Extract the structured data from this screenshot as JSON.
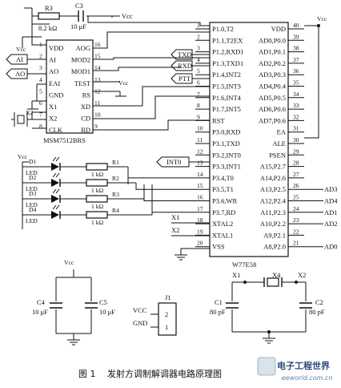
{
  "mcu": {
    "name": "W77E58",
    "vcc_label": "Vcc",
    "left_pins": [
      {
        "n": "1",
        "l": "P1.0,T2"
      },
      {
        "n": "2",
        "l": "P1.1,T2EX"
      },
      {
        "n": "3",
        "l": "P1.2,RXD1"
      },
      {
        "n": "4",
        "l": "P1.3,TXD1"
      },
      {
        "n": "5",
        "l": "P1.4,INT2"
      },
      {
        "n": "6",
        "l": "P1.5,INT3"
      },
      {
        "n": "7",
        "l": "P1.6,INT4"
      },
      {
        "n": "8",
        "l": "P1.7,INT5"
      },
      {
        "n": "9",
        "l": "RST"
      },
      {
        "n": "10",
        "l": "P3.0,RXD"
      },
      {
        "n": "11",
        "l": "P3.1,TXD"
      },
      {
        "n": "12",
        "l": "P3.2,INT0"
      },
      {
        "n": "13",
        "l": "P3.3,INT1"
      },
      {
        "n": "14",
        "l": "P3.4,T0"
      },
      {
        "n": "15",
        "l": "P3.5,T1"
      },
      {
        "n": "16",
        "l": "P3.6,WR"
      },
      {
        "n": "17",
        "l": "P3.7,RD"
      },
      {
        "n": "18",
        "l": "XTAL2"
      },
      {
        "n": "19",
        "l": "XTAL1"
      },
      {
        "n": "20",
        "l": "VSS"
      }
    ],
    "right_pins": [
      {
        "n": "40",
        "l": "VDD"
      },
      {
        "n": "39",
        "l": "AD0,P0.0"
      },
      {
        "n": "38",
        "l": "AD1,P0.1"
      },
      {
        "n": "37",
        "l": "AD2,P0.2"
      },
      {
        "n": "36",
        "l": "AD3,P0.3"
      },
      {
        "n": "35",
        "l": "AD4,P0.4"
      },
      {
        "n": "34",
        "l": "AD5,P0.5"
      },
      {
        "n": "33",
        "l": "AD6,P0.6"
      },
      {
        "n": "32",
        "l": "AD7,P0.6"
      },
      {
        "n": "31",
        "l": "EA"
      },
      {
        "n": "30",
        "l": "ALE"
      },
      {
        "n": "29",
        "l": "PSEN"
      },
      {
        "n": "28",
        "l": "A15,P2.7"
      },
      {
        "n": "27",
        "l": "A14,P2.6"
      },
      {
        "n": "26",
        "l": "A13,P2.5"
      },
      {
        "n": "25",
        "l": "A12,P2.4"
      },
      {
        "n": "24",
        "l": "A11,P2.3"
      },
      {
        "n": "23",
        "l": "A10,P2.2"
      },
      {
        "n": "22",
        "l": "A9,P2.1"
      },
      {
        "n": "21",
        "l": "A8,P2.0"
      }
    ],
    "addr_labels": [
      "AD3",
      "AD4",
      "AD1",
      "AD2",
      "AD0"
    ]
  },
  "modem": {
    "name": "MSM7512BRS",
    "left_pins": [
      {
        "n": "1",
        "l": "VDD"
      },
      {
        "n": "2",
        "l": "AI"
      },
      {
        "n": "3",
        "l": "AO"
      },
      {
        "n": "4",
        "l": "EAI"
      },
      {
        "n": "5",
        "l": "GND"
      },
      {
        "n": "6",
        "l": "X1"
      },
      {
        "n": "7",
        "l": "X2"
      },
      {
        "n": "8",
        "l": "CLK"
      }
    ],
    "right_pins": [
      {
        "n": "16",
        "l": "AOG"
      },
      {
        "n": "15",
        "l": "MOD2"
      },
      {
        "n": "14",
        "l": "MOD1"
      },
      {
        "n": "13",
        "l": "TEST"
      },
      {
        "n": "12",
        "l": "RS"
      },
      {
        "n": "11",
        "l": "XD"
      },
      {
        "n": "10",
        "l": "CD"
      },
      {
        "n": "9",
        "l": "RD"
      }
    ],
    "ai": "AI",
    "ao": "AO",
    "x2": "X2",
    "vcc": "Vcc"
  },
  "top": {
    "r3": "R3",
    "r3_val": "8.2 kΩ",
    "c3": "C3",
    "c3_val": "10 μF",
    "vcc": "Vcc"
  },
  "signals": {
    "txd": "TXD",
    "rxd": "RXD",
    "ptt": "PTT",
    "int0": "INT0",
    "x1": "X1",
    "x2": "X2"
  },
  "leds": {
    "vcc": "Vcc",
    "items": [
      {
        "d": "D1",
        "type": "LED",
        "r": "R1",
        "rv": "1 kΩ"
      },
      {
        "d": "D2",
        "type": "LED",
        "r": "R2",
        "rv": "1 kΩ"
      },
      {
        "d": "D3",
        "type": "LED",
        "r": "R3",
        "rv": "1 kΩ"
      },
      {
        "d": "D4",
        "type": "LED",
        "r": "R4",
        "rv": "1 kΩ"
      }
    ]
  },
  "bottom": {
    "vcc": "Vcc",
    "c4": "C4",
    "c4_val": "10 μF",
    "c5": "C5",
    "c5_val": "10 μF",
    "j1": "J1",
    "j_vcc": "VCC",
    "j_gnd": "GND",
    "j_pin2": "2",
    "j_pin1": "1",
    "x1": "X1",
    "x4": "X4",
    "x2": "X2",
    "c1": "C1",
    "c1_val": "80 pF",
    "c2": "C2",
    "c2_val": "80 pF"
  },
  "caption": {
    "fig": "图 1",
    "text": "发射方调制解调器电路原理图"
  },
  "watermark": {
    "cn": "电子工程世界",
    "url": "eeworld.com.cn"
  }
}
